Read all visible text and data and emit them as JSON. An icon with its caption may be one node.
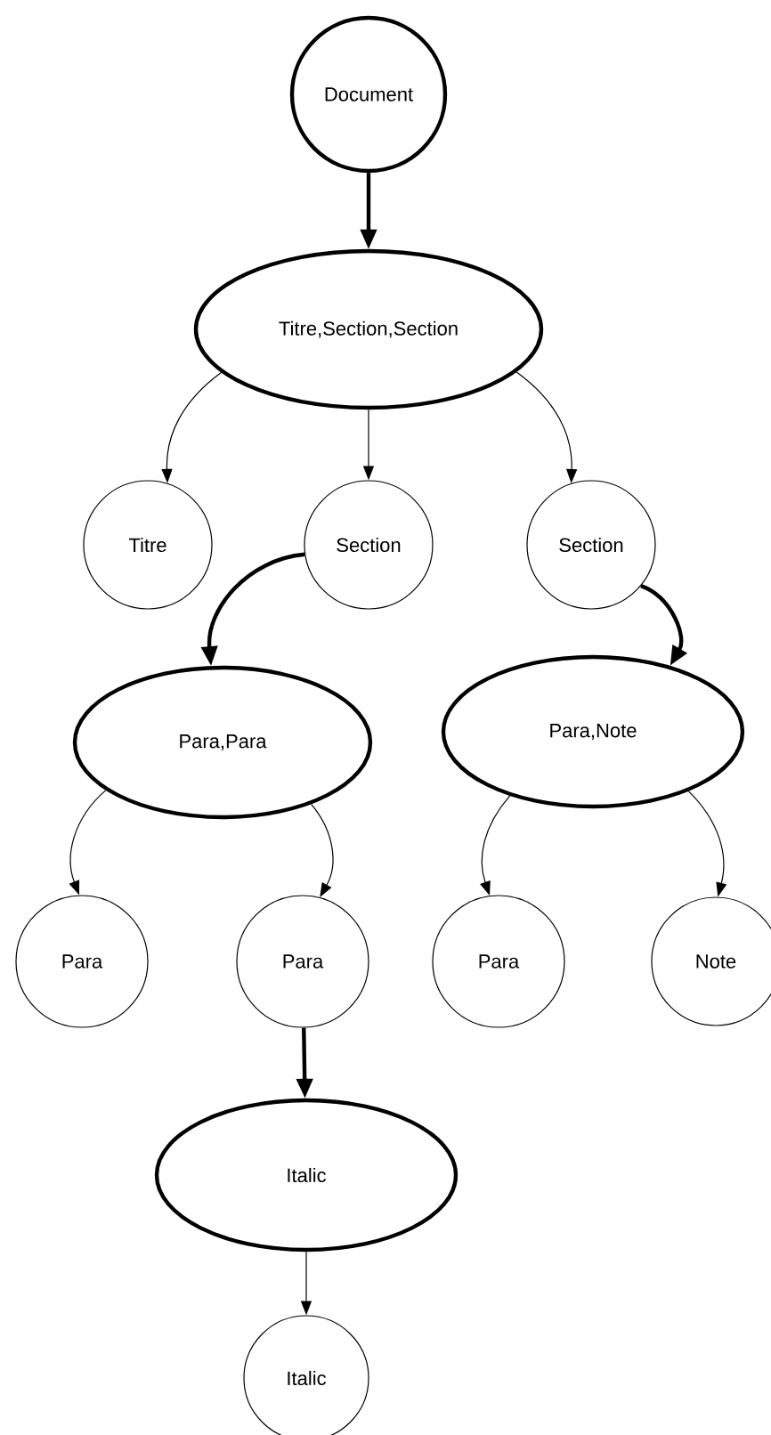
{
  "diagram": {
    "nodes": [
      {
        "text": [
          "Document"
        ]
      },
      {
        "text": [
          "Titre,Section,Section"
        ]
      },
      {
        "text": [
          "Titre"
        ]
      },
      {
        "text": [
          "Section"
        ]
      },
      {
        "text": [
          "Section"
        ]
      },
      {
        "text": [
          "Para,Para"
        ]
      },
      {
        "text": [
          "Para,Note"
        ]
      },
      {
        "text": [
          "Para"
        ]
      },
      {
        "text": [
          "Para"
        ]
      },
      {
        "text": [
          "Para"
        ]
      },
      {
        "text": [
          "Note"
        ]
      },
      {
        "text": [
          "Italic"
        ]
      },
      {
        "text": [
          "Italic"
        ]
      }
    ],
    "edges": [
      {
        "from": 0,
        "to": 1,
        "arrow": "to",
        "style": "thick"
      },
      {
        "from": 1,
        "to": 2,
        "arrow": "to"
      },
      {
        "from": 1,
        "to": 3,
        "arrow": "to"
      },
      {
        "from": 1,
        "to": 4,
        "arrow": "to"
      },
      {
        "from": 3,
        "to": 5,
        "arrow": "to",
        "style": "thick"
      },
      {
        "from": 4,
        "to": 6,
        "arrow": "to",
        "style": "thick"
      },
      {
        "from": 5,
        "to": 7,
        "arrow": "to"
      },
      {
        "from": 5,
        "to": 8,
        "arrow": "to"
      },
      {
        "from": 6,
        "to": 9,
        "arrow": "to"
      },
      {
        "from": 6,
        "to": 10,
        "arrow": "to"
      },
      {
        "from": 8,
        "to": 11,
        "arrow": "to",
        "style": "thick"
      },
      {
        "from": 11,
        "to": 12,
        "arrow": "to"
      }
    ]
  }
}
